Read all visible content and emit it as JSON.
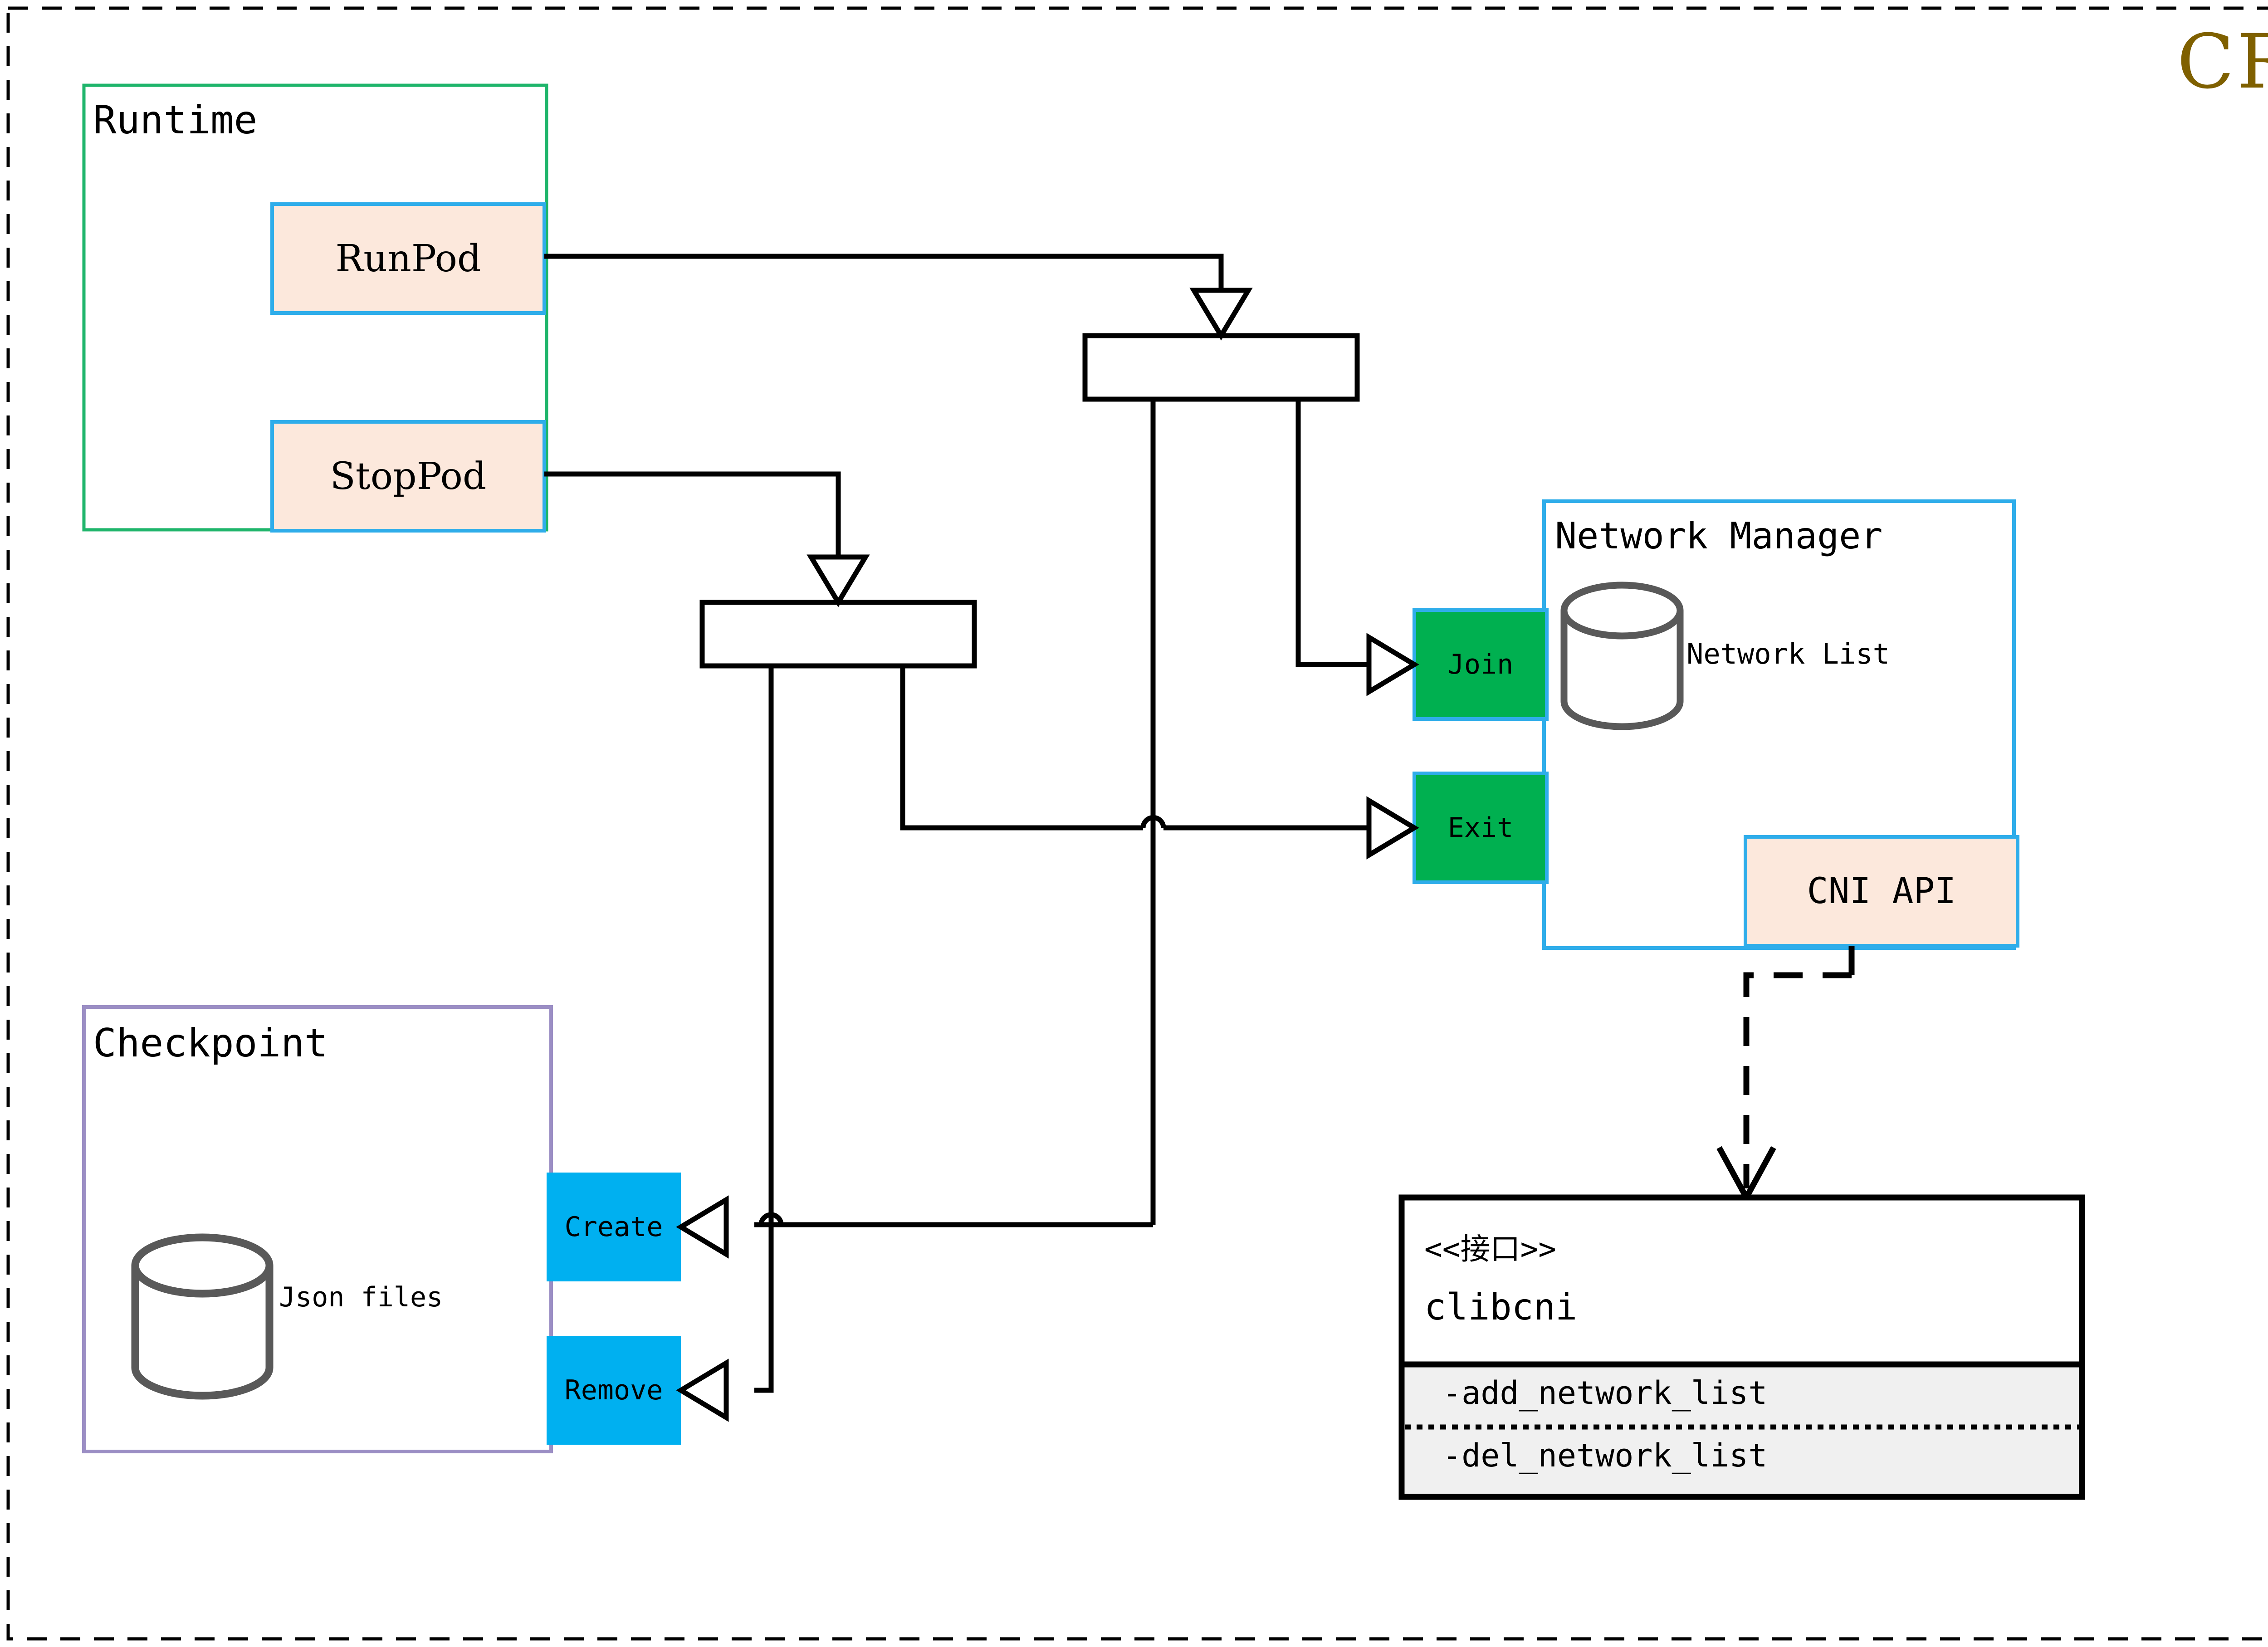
{
  "diagram": {
    "title": "CRI",
    "title_color": "#7f6000",
    "outer_frame": "dashed-border"
  },
  "packages": {
    "runtime": {
      "label": "Runtime",
      "border_color": "#1fb56b",
      "operations": [
        {
          "label": "RunPod",
          "fill": "#fce8dc",
          "border": "#2fadea"
        },
        {
          "label": "StopPod",
          "fill": "#fce8dc",
          "border": "#2fadea"
        }
      ]
    },
    "checkpoint": {
      "label": "Checkpoint",
      "border_color": "#9b8ec4",
      "store_label": "Json files",
      "operations": [
        {
          "label": "Create",
          "fill": "#00b0f0"
        },
        {
          "label": "Remove",
          "fill": "#00b0f0"
        }
      ]
    },
    "network_manager": {
      "label": "Network Manager",
      "border_color": "#2fadea",
      "store_label": "Network List",
      "operations": [
        {
          "label": "Join",
          "fill": "#00b050",
          "border": "#2fadea"
        },
        {
          "label": "Exit",
          "fill": "#00b050",
          "border": "#2fadea"
        }
      ],
      "api_box": {
        "label": "CNI API",
        "fill": "#fce8dc",
        "border": "#2fadea"
      }
    }
  },
  "interface_box": {
    "stereotype": "<<接口>>",
    "name": "clibcni",
    "methods_fill": "#f0f0f0",
    "methods": [
      "-add_network_list",
      "-del_network_list"
    ]
  },
  "fork_nodes": [
    {
      "name": "fork-top"
    },
    {
      "name": "fork-bottom"
    }
  ]
}
